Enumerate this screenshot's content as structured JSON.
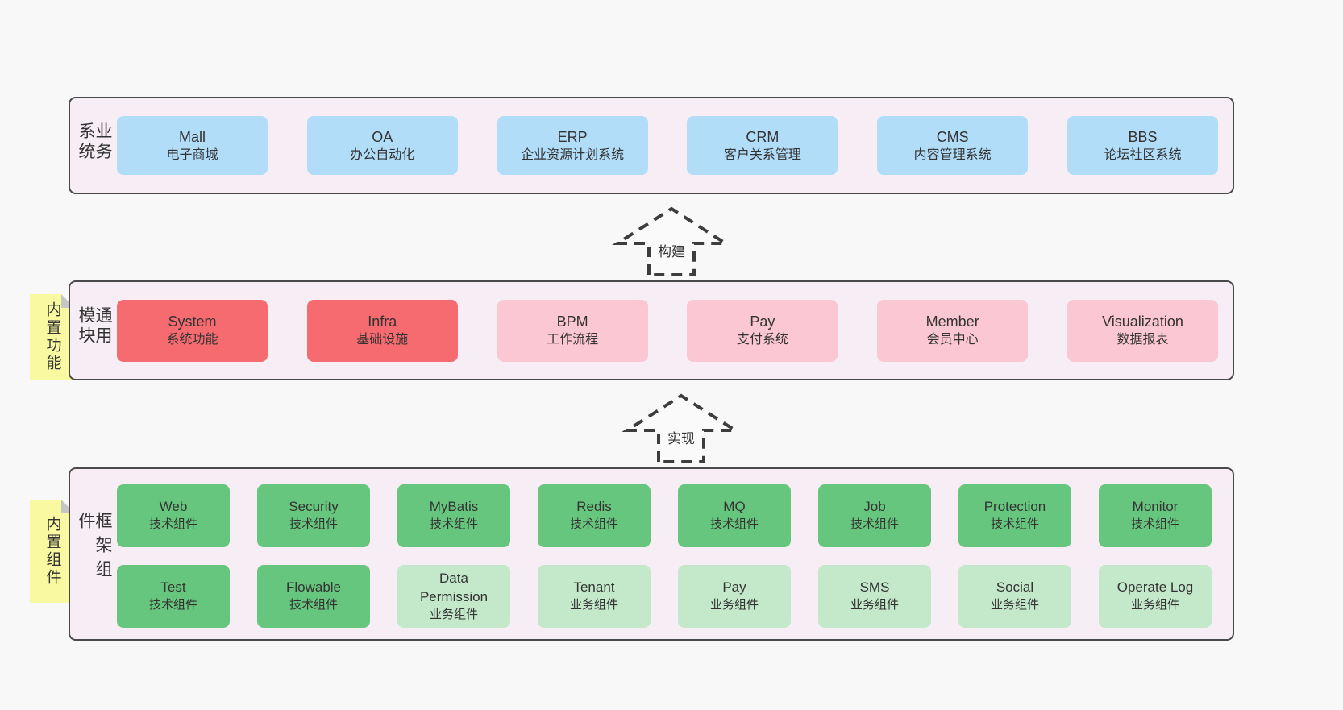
{
  "diagram": {
    "colors": {
      "page_bg": "#f8f8f8",
      "panel_bg": "#f7edf5",
      "panel_border": "#4a4a4a",
      "blue": "#b1ddf9",
      "red": "#f56b6f",
      "pink": "#fbc7d2",
      "green": "#67c67d",
      "green_light": "#c3e8ca",
      "sticky_yellow": "#f9f9a1",
      "arrow_stroke": "#3d3d3d",
      "text": "#333333"
    },
    "arrows": [
      {
        "label": "构建"
      },
      {
        "label": "实现"
      }
    ],
    "bands": [
      {
        "id": "business-systems",
        "side_label": "业务系统",
        "rows": [
          [
            {
              "title": "Mall",
              "subtitle": "电子商城",
              "variant": "blue"
            },
            {
              "title": "OA",
              "subtitle": "办公自动化",
              "variant": "blue"
            },
            {
              "title": "ERP",
              "subtitle": "企业资源计划系统",
              "variant": "blue"
            },
            {
              "title": "CRM",
              "subtitle": "客户关系管理",
              "variant": "blue"
            },
            {
              "title": "CMS",
              "subtitle": "内容管理系统",
              "variant": "blue"
            },
            {
              "title": "BBS",
              "subtitle": "论坛社区系统",
              "variant": "blue"
            }
          ]
        ]
      },
      {
        "id": "common-modules",
        "side_label": "通用模块",
        "sticky_label": "内置功能",
        "rows": [
          [
            {
              "title": "System",
              "subtitle": "系统功能",
              "variant": "red"
            },
            {
              "title": "Infra",
              "subtitle": "基础设施",
              "variant": "red"
            },
            {
              "title": "BPM",
              "subtitle": "工作流程",
              "variant": "pink"
            },
            {
              "title": "Pay",
              "subtitle": "支付系统",
              "variant": "pink"
            },
            {
              "title": "Member",
              "subtitle": "会员中心",
              "variant": "pink"
            },
            {
              "title": "Visualization",
              "subtitle": "数据报表",
              "variant": "pink"
            }
          ]
        ]
      },
      {
        "id": "framework-components",
        "side_label": "框架组件",
        "sticky_label": "内置组件",
        "rows": [
          [
            {
              "title": "Web",
              "subtitle": "技术组件",
              "variant": "green"
            },
            {
              "title": "Security",
              "subtitle": "技术组件",
              "variant": "green"
            },
            {
              "title": "MyBatis",
              "subtitle": "技术组件",
              "variant": "green"
            },
            {
              "title": "Redis",
              "subtitle": "技术组件",
              "variant": "green"
            },
            {
              "title": "MQ",
              "subtitle": "技术组件",
              "variant": "green"
            },
            {
              "title": "Job",
              "subtitle": "技术组件",
              "variant": "green"
            },
            {
              "title": "Protection",
              "subtitle": "技术组件",
              "variant": "green"
            },
            {
              "title": "Monitor",
              "subtitle": "技术组件",
              "variant": "green"
            }
          ],
          [
            {
              "title": "Test",
              "subtitle": "技术组件",
              "variant": "green"
            },
            {
              "title": "Flowable",
              "subtitle": "技术组件",
              "variant": "green"
            },
            {
              "title": "Data Permission",
              "subtitle": "业务组件",
              "variant": "green_light"
            },
            {
              "title": "Tenant",
              "subtitle": "业务组件",
              "variant": "green_light"
            },
            {
              "title": "Pay",
              "subtitle": "业务组件",
              "variant": "green_light"
            },
            {
              "title": "SMS",
              "subtitle": "业务组件",
              "variant": "green_light"
            },
            {
              "title": "Social",
              "subtitle": "业务组件",
              "variant": "green_light"
            },
            {
              "title": "Operate Log",
              "subtitle": "业务组件",
              "variant": "green_light"
            }
          ]
        ]
      }
    ]
  }
}
